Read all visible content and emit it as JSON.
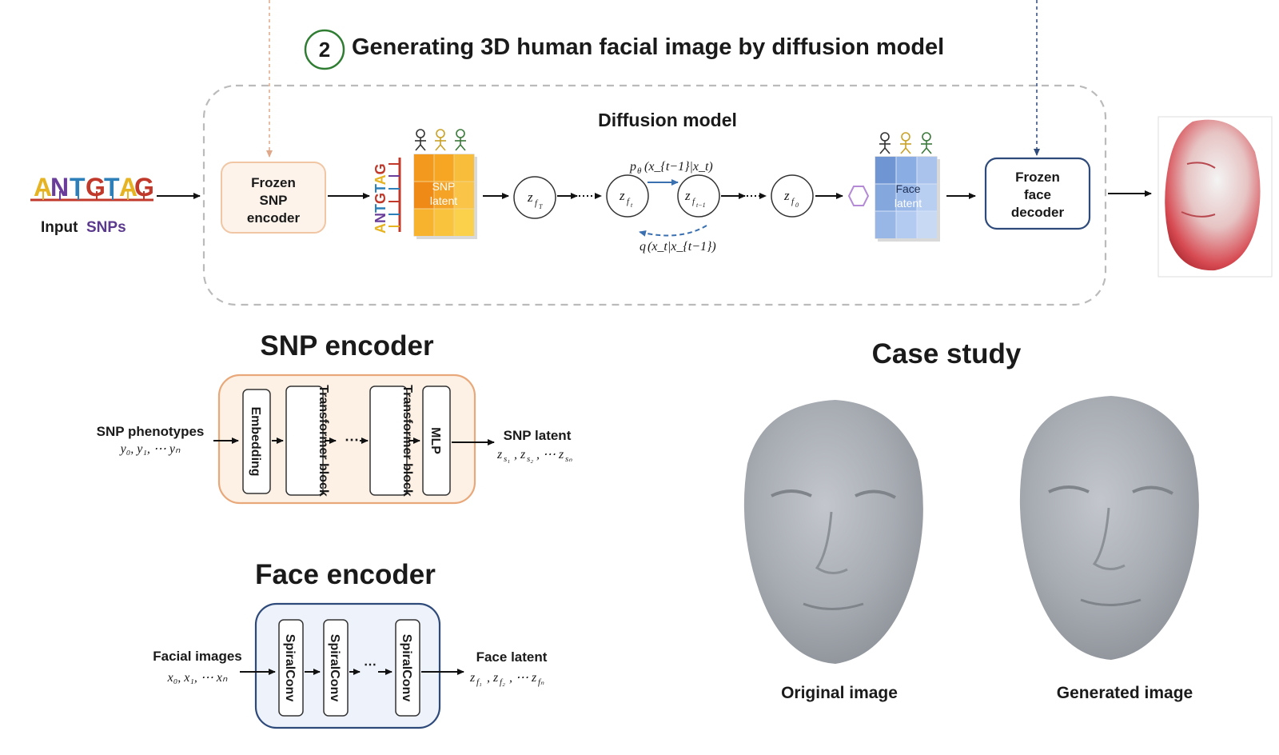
{
  "section2": {
    "number": "2",
    "title": "Generating 3D human facial image by diffusion model"
  },
  "diffusion": {
    "title": "Diffusion model",
    "input_snps_prefix": "Input",
    "input_snps_suffix": "SNPs",
    "snp_sequence": [
      "A",
      "N",
      "T",
      "G",
      "T",
      "A",
      "G"
    ],
    "snp_sequence_vertical": [
      "A",
      "N",
      "T",
      "G",
      "T",
      "A",
      "G"
    ],
    "frozen_snp_encoder": [
      "Frozen",
      "SNP",
      "encoder"
    ],
    "snp_latent": [
      "SNP",
      "latent"
    ],
    "face_latent": [
      "Face",
      "latent"
    ],
    "frozen_face_decoder": [
      "Frozen",
      "face",
      "decoder"
    ],
    "node_zT": "z",
    "node_zT_sub": "f",
    "node_zT_subsub": "T",
    "node_zt_sub": "f",
    "node_zt_subsub": "t",
    "node_zt1_subsub": "t−1",
    "node_z0_subsub": "0",
    "p_theta": "p",
    "p_theta_sub": "θ",
    "p_theta_args": "(x",
    "p_theta_full": "(x_{t−1}|x_t)",
    "q_label": "q",
    "q_full": "(x_t|x_{t−1})"
  },
  "snp_encoder": {
    "title": "SNP encoder",
    "input_label": "SNP phenotypes",
    "input_math": "y₀, y₁, ⋯ yₙ",
    "blocks": [
      "Embedding",
      "Transformer block",
      "Transformer block",
      "MLP"
    ],
    "ellipsis": "⋯",
    "output_label": "SNP latent",
    "output_math_base": "z",
    "output_math": [
      "s₁",
      "s₂",
      "sₙ"
    ]
  },
  "face_encoder": {
    "title": "Face encoder",
    "input_label": "Facial images",
    "input_math": "x₀, x₁, ⋯ xₙ",
    "blocks": [
      "SpiralConv",
      "SpiralConv",
      "SpiralConv"
    ],
    "ellipsis": "⋯",
    "output_label": "Face latent",
    "output_math_base": "z",
    "output_math": [
      "f₁",
      "f₂",
      "fₙ"
    ]
  },
  "case_study": {
    "title": "Case study",
    "left_caption": "Original image",
    "right_caption": "Generated image"
  },
  "colors": {
    "snp_latent_orange": "#f59a23",
    "snp_latent_yellow": "#fbc531",
    "face_latent_blue": "#8fb3e3",
    "face_latent_light": "#b7cdf0",
    "frozen_snp_border": "#f0c6a4",
    "face_decoder_border": "#2e4a7a",
    "snp_encoder_border": "#e8a87a",
    "face_encoder_border": "#2e4a7a",
    "dashed_border": "#bbbbbb",
    "face_gray": "#a9adb3",
    "snp_A": "#e6b422",
    "snp_N": "#6a3d9a",
    "snp_T": "#2c7fb8",
    "snp_G": "#c0392b",
    "purple_text": "#5b3a8e"
  }
}
